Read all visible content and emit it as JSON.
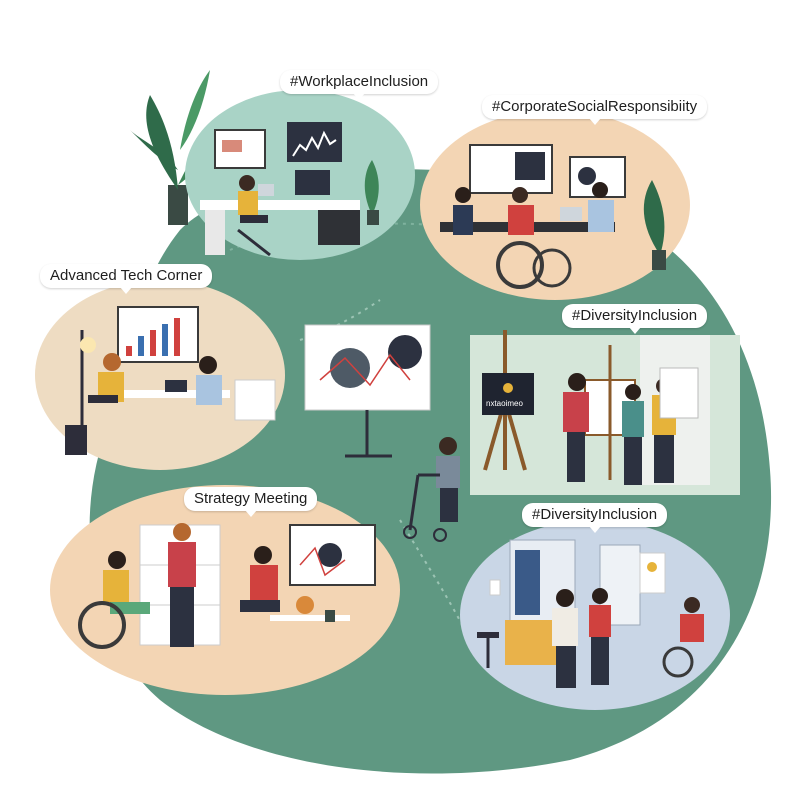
{
  "labels": {
    "workplace_inclusion": "#WorkplaceInclusion",
    "corporate_social_responsibility": "#CorporateSocialResponsibiity",
    "advanced_tech_corner": "Advanced Tech Corner",
    "diversity_inclusion_top": "#DiversityInclusion",
    "strategy_meeting": "Strategy Meeting",
    "diversity_inclusion_bottom": "#DiversityInclusion"
  },
  "sign_text": "nxtaoimeo",
  "colors": {
    "floor_green": "#5f9882",
    "panel_mint": "#a9d3c6",
    "panel_peach": "#f3d5b4",
    "panel_blue": "#c9d6e6",
    "panel_sand": "#eedcc2",
    "panel_sage": "#d5e6d9"
  }
}
